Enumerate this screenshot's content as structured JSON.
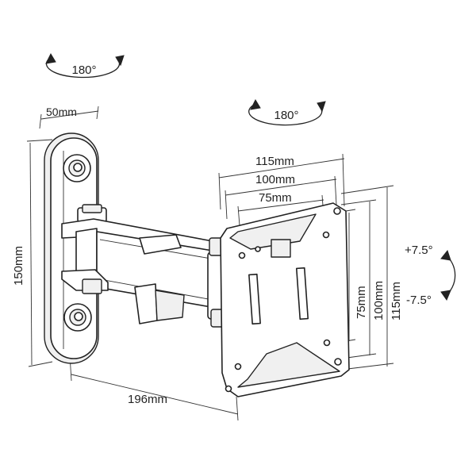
{
  "rotation": {
    "wall_swivel": "180°",
    "arm_swivel": "180°",
    "tilt_up": "+7.5°",
    "tilt_down": "-7.5°"
  },
  "dimensions": {
    "wall_plate_width": "50mm",
    "wall_plate_height": "150mm",
    "arm_extension": "196mm",
    "vesa_h_115": "115mm",
    "vesa_h_100": "100mm",
    "vesa_h_75": "75mm",
    "vesa_v_75": "75mm",
    "vesa_v_100": "100mm",
    "vesa_v_115": "115mm"
  },
  "colors": {
    "line": "#222222",
    "background": "#ffffff"
  }
}
